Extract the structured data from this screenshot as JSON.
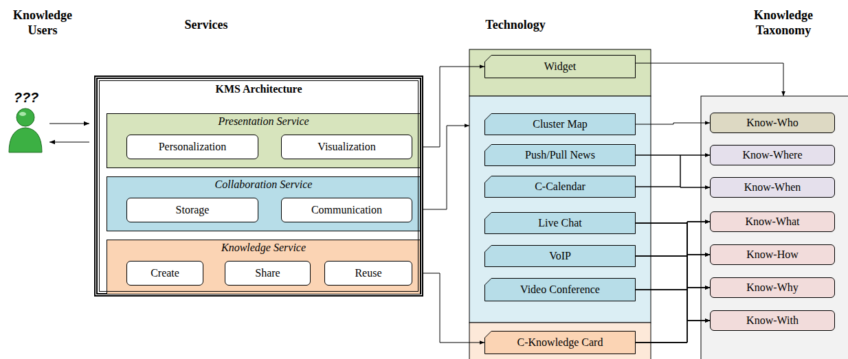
{
  "diagram": {
    "nodes": [
      {
        "text": [
          "KMS Architecture"
        ]
      },
      {
        "text": [
          "Presentation Service"
        ],
        "in": 0
      },
      {
        "text": [
          "Personalization"
        ],
        "in": 1
      },
      {
        "text": [
          "Visualization"
        ],
        "in": 1
      },
      {
        "text": [
          "Collaboration Service"
        ],
        "in": 0
      },
      {
        "text": [
          "Storage"
        ],
        "in": 4
      },
      {
        "text": [
          "Communication"
        ],
        "in": 4
      },
      {
        "text": [
          "Knowledge Service"
        ],
        "in": 0
      },
      {
        "text": [
          "Create"
        ],
        "in": 7
      },
      {
        "text": [
          "Share"
        ],
        "in": 7
      },
      {
        "text": [
          "Reuse"
        ],
        "in": 7
      },
      {
        "text": [
          "Widget"
        ]
      },
      {
        "text": [
          "Cluster Map"
        ]
      },
      {
        "text": [
          "Push/Pull News"
        ]
      },
      {
        "text": [
          "C-Calendar"
        ]
      },
      {
        "text": [
          "Live Chat"
        ]
      },
      {
        "text": [
          "VoIP"
        ]
      },
      {
        "text": [
          "Video Conference"
        ]
      },
      {
        "text": [
          "C-Knowledge Card"
        ]
      },
      {
        "text": [
          "Know-Who"
        ]
      },
      {
        "text": [
          "Know-Where"
        ]
      },
      {
        "text": [
          "Know-When"
        ]
      },
      {
        "text": [
          "Know-What"
        ]
      },
      {
        "text": [
          "Know-How"
        ]
      },
      {
        "text": [
          "Know-Why"
        ]
      },
      {
        "text": [
          "Know-With"
        ]
      }
    ],
    "edges": [
      {
        "from": 3,
        "to": 11,
        "arrow": "to"
      },
      {
        "from": 10,
        "to": 18,
        "arrow": "to"
      },
      {
        "from": 12,
        "to": 19,
        "arrow": "to"
      },
      {
        "from": 13,
        "to": 20,
        "arrow": "to"
      },
      {
        "from": 13,
        "to": 21,
        "arrow": "to"
      },
      {
        "from": 14,
        "to": 20,
        "arrow": "to"
      },
      {
        "from": 14,
        "to": 21,
        "arrow": "to"
      },
      {
        "from": 15,
        "to": 22,
        "arrow": "to"
      },
      {
        "from": 15,
        "to": 23,
        "arrow": "to"
      },
      {
        "from": 15,
        "to": 24,
        "arrow": "to"
      },
      {
        "from": 15,
        "to": 25,
        "arrow": "to"
      },
      {
        "from": 16,
        "to": 22,
        "arrow": "to"
      },
      {
        "from": 16,
        "to": 23,
        "arrow": "to"
      },
      {
        "from": 16,
        "to": 24,
        "arrow": "to"
      },
      {
        "from": 16,
        "to": 25,
        "arrow": "to"
      },
      {
        "from": 17,
        "to": 22,
        "arrow": "to"
      },
      {
        "from": 17,
        "to": 23,
        "arrow": "to"
      },
      {
        "from": 17,
        "to": 24,
        "arrow": "to"
      },
      {
        "from": 17,
        "to": 25,
        "arrow": "to"
      },
      {
        "from": 18,
        "to": 22,
        "arrow": "to"
      },
      {
        "from": 18,
        "to": 23,
        "arrow": "to"
      },
      {
        "from": 18,
        "to": 24,
        "arrow": "to"
      },
      {
        "from": 18,
        "to": 25,
        "arrow": "to"
      }
    ],
    "labels": [
      "Knowledge Users",
      "Services",
      "Technology",
      "Knowledge Taxonomy",
      "???"
    ]
  }
}
